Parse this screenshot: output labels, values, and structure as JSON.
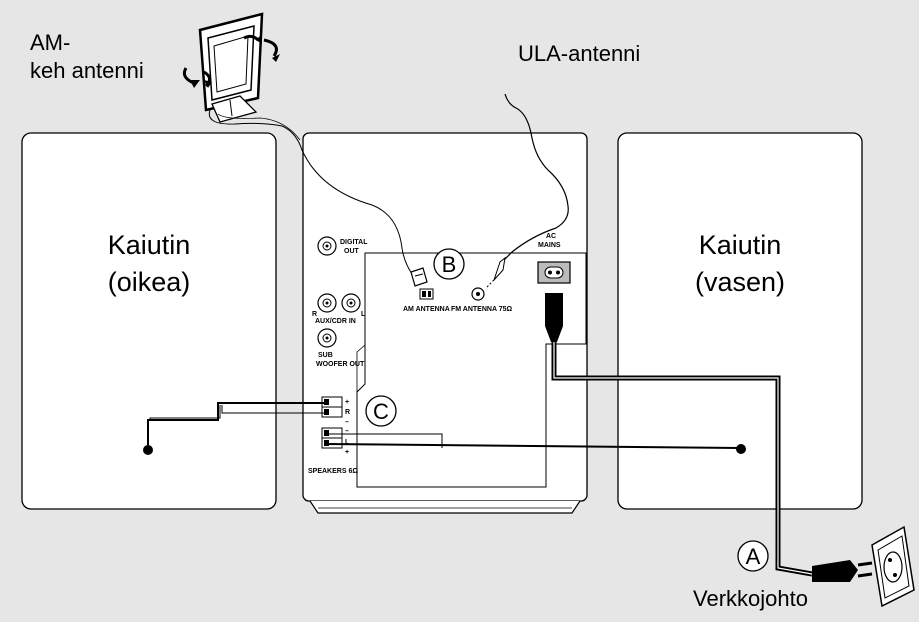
{
  "labels": {
    "am_antenna_line1": "AM-",
    "am_antenna_line2": "keh antenni",
    "fm_antenna": "ULA-antenni",
    "speaker_right_line1": "Kaiutin",
    "speaker_right_line2": "(oikea)",
    "speaker_left_line1": "Kaiutin",
    "speaker_left_line2": "(vasen)",
    "mains_cord": "Verkkojohto"
  },
  "markers": {
    "a": "A",
    "b": "B",
    "c": "C"
  },
  "panel": {
    "digital_out_1": "DIGITAL",
    "digital_out_2": "OUT",
    "ac_mains_1": "AC",
    "ac_mains_2": "MAINS",
    "am_antenna": "AM ANTENNA",
    "fm_antenna": "FM ANTENNA 75Ω",
    "aux_cdr_in": "AUX/CDR IN",
    "aux_r": "R",
    "aux_l": "L",
    "sub_woofer_1": "SUB",
    "sub_woofer_2": "WOOFER OUT",
    "speakers": "SPEAKERS 6Ω",
    "term_plus_top": "+",
    "term_r": "R",
    "term_minus_r": "–",
    "term_minus_l": "–",
    "term_l": "L",
    "term_plus_bottom": "+"
  }
}
